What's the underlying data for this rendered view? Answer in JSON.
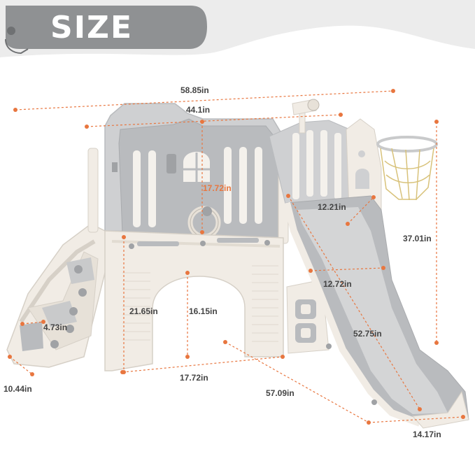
{
  "badge": {
    "label": "SIZE"
  },
  "dimensions": {
    "overall_width": "58.85in",
    "deck_width": "44.1in",
    "panel_height": "17.72in",
    "slide_top_width": "12.21in",
    "overall_height": "37.01in",
    "slide_mid_width": "12.72in",
    "deck_height": "21.65in",
    "tunnel_height": "16.15in",
    "step_depth": "4.73in",
    "slide_length": "52.75in",
    "base_width": "17.72in",
    "stair_width": "10.44in",
    "overall_depth": "57.09in",
    "slide_end_width": "14.17in"
  },
  "colors": {
    "accent": "#e8763f",
    "body_cream": "#f1ece5",
    "panel_grey": "#b9bbbe",
    "slide_grey": "#c9cacb",
    "banner_grey": "#8f9193",
    "background_wave": "#ececec"
  },
  "icons": [
    "basketball-hoop-icon",
    "telescope-icon",
    "steering-wheel-icon"
  ]
}
